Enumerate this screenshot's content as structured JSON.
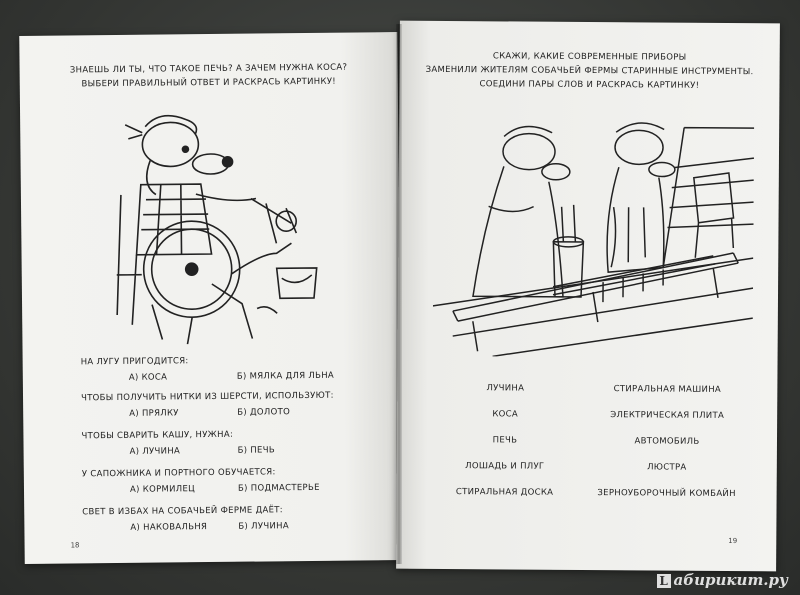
{
  "left_page": {
    "heading_line1": "ЗНАЕШЬ ЛИ ТЫ, ЧТО ТАКОЕ ПЕЧЬ? А ЗАЧЕМ НУЖНА КОСА?",
    "heading_line2": "ВЫБЕРИ ПРАВИЛЬНЫЙ ОТВЕТ И РАСКРАСЬ КАРТИНКУ!",
    "questions": [
      {
        "q": "НА ЛУГУ ПРИГОДИТСЯ:",
        "a": "А) КОСА",
        "b": "Б) МЯЛКА ДЛЯ ЛЬНА"
      },
      {
        "q": "ЧТОБЫ ПОЛУЧИТЬ НИТКИ ИЗ ШЕРСТИ, ИСПОЛЬЗУЮТ:",
        "a": "А) ПРЯЛКУ",
        "b": "Б) ДОЛОТО"
      },
      {
        "q": "ЧТОБЫ СВАРИТЬ КАШУ, НУЖНА:",
        "a": "А) ЛУЧИНА",
        "b": "Б) ПЕЧЬ"
      },
      {
        "q": "У САПОЖНИКА И ПОРТНОГО ОБУЧАЕТСЯ:",
        "a": "А) КОРМИЛЕЦ",
        "b": "Б) ПОДМАСТЕРЬЕ"
      },
      {
        "q": "СВЕТ В ИЗБАХ НА СОБАЧЬЕЙ ФЕРМЕ ДАЁТ:",
        "a": "А) НАКОВАЛЬНЯ",
        "b": "Б) ЛУЧИНА"
      }
    ],
    "page_number": "18"
  },
  "right_page": {
    "heading_line1": "СКАЖИ, КАКИЕ СОВРЕМЕННЫЕ ПРИБОРЫ",
    "heading_line2": "ЗАМЕНИЛИ ЖИТЕЛЯМ СОБАЧЬЕЙ ФЕРМЫ СТАРИННЫЕ ИНСТРУМЕНТЫ.",
    "heading_line3": "СОЕДИНИ ПАРЫ СЛОВ И РАСКРАСЬ КАРТИНКУ!",
    "left_words": [
      "ЛУЧИНА",
      "КОСА",
      "ПЕЧЬ",
      "ЛОШАДЬ И ПЛУГ",
      "СТИРАЛЬНАЯ ДОСКА"
    ],
    "right_words": [
      "СТИРАЛЬНАЯ МАШИНА",
      "ЭЛЕКТРИЧЕСКАЯ ПЛИТА",
      "АВТОМОБИЛЬ",
      "ЛЮСТРА",
      "ЗЕРНОУБОРОЧНЫЙ КОМБАЙН"
    ],
    "page_number": "19"
  },
  "watermark": {
    "text": "абирикит.ру",
    "box_letter": "L"
  }
}
